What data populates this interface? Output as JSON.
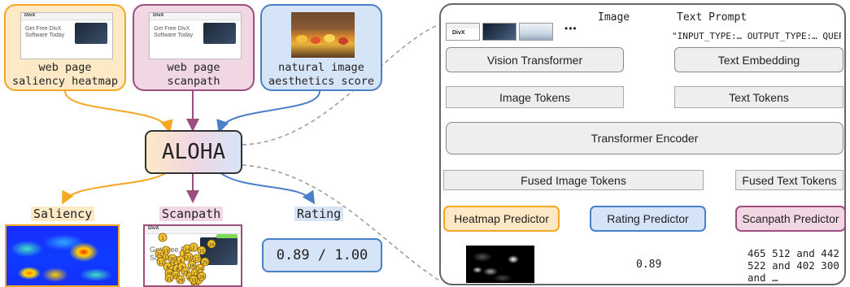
{
  "top_cards": [
    {
      "label": "web page\nsaliency heatmap",
      "thumb_text": "Get Free DivX\nSoftware Today",
      "thumb_brand": "DivX",
      "color": "#f5a623",
      "fill": "#fde9c6"
    },
    {
      "label": "web page\nscanpath",
      "thumb_text": "Get Free DivX\nSoftware Today",
      "thumb_brand": "DivX",
      "color": "#9c4f7e",
      "fill": "#f0d7e3"
    },
    {
      "label": "natural image\naesthetics score",
      "color": "#4a7fc9",
      "fill": "#d6e4f7"
    }
  ],
  "center": {
    "label": "ALOHA"
  },
  "outputs": [
    {
      "label": "Saliency",
      "color": "#f5a623",
      "highlight": "#fde9c6"
    },
    {
      "label": "Scanpath",
      "color": "#9c4f7e",
      "highlight": "#f0d7e3"
    },
    {
      "label": "Rating",
      "color": "#4a7fc9",
      "highlight": "#d6e4f7",
      "value": "0.89 / 1.00"
    }
  ],
  "scanpath_thumb": {
    "brand": "DivX",
    "text": "Get Free DivX\nSoftware Today"
  },
  "architecture": {
    "image_label": "Image",
    "image_brand": "DivX",
    "ellipsis": "•••",
    "text_prompt_label": "Text Prompt",
    "text_prompt_value": "\"INPUT_TYPE:… OUTPUT_TYPE:… QUERY:…\"",
    "vision_transformer": "Vision Transformer",
    "text_embedding": "Text Embedding",
    "image_tokens": "Image Tokens",
    "text_tokens": "Text Tokens",
    "transformer_encoder": "Transformer Encoder",
    "fused_image_tokens": "Fused Image Tokens",
    "fused_text_tokens": "Fused Text Tokens",
    "heatmap_predictor": "Heatmap Predictor",
    "rating_predictor": "Rating Predictor",
    "scanpath_predictor": "Scanpath Predictor",
    "rating_output": "0.89",
    "scanpath_output": "465 512 and 442\n522 and 402 300\nand …"
  },
  "scanpath_points": [
    "1",
    "2",
    "3",
    "4",
    "5",
    "6",
    "7",
    "8",
    "9",
    "10",
    "11",
    "12",
    "13",
    "14",
    "15",
    "16",
    "17",
    "18",
    "19",
    "20",
    "21",
    "22",
    "23",
    "24",
    "25",
    "26",
    "27",
    "28",
    "29",
    "30",
    "31",
    "32",
    "33"
  ],
  "colors": {
    "orange": "#f5a623",
    "purple": "#9c4f7e",
    "blue": "#4a7fc9",
    "gray": "#666666"
  }
}
